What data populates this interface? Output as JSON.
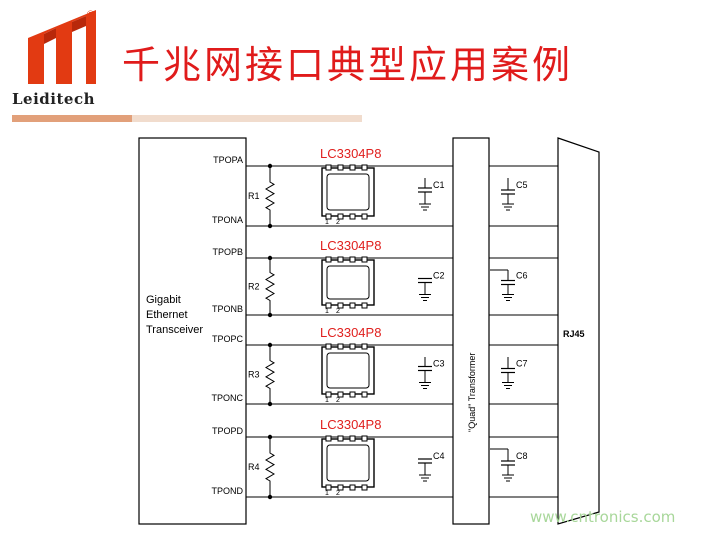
{
  "header": {
    "title": "千兆网接口典型应用案例",
    "logo_text": "Leiditech",
    "logo_mark": "®",
    "colors": {
      "logo": "#e23a12",
      "title": "#e01b1b",
      "bar_dark": "#e2a07a",
      "bar_light": "#f1dccd"
    }
  },
  "diagram": {
    "transceiver_label": [
      "Gigabit",
      "Ethernet",
      "Transceiver"
    ],
    "transformer_label": "\"Quad\" Transformer",
    "connector_label": "RJ45",
    "pin_numbers": [
      "1",
      "2"
    ],
    "channels": [
      {
        "tvs": "LC3304P8",
        "pos": "TPOPA",
        "neg": "TPONA",
        "resistor": "R1",
        "cap_left": "C1",
        "cap_right": "C5"
      },
      {
        "tvs": "LC3304P8",
        "pos": "TPOPB",
        "neg": "TPONB",
        "resistor": "R2",
        "cap_left": "C2",
        "cap_right": "C6"
      },
      {
        "tvs": "LC3304P8",
        "pos": "TPOPC",
        "neg": "TPONC",
        "resistor": "R3",
        "cap_left": "C3",
        "cap_right": "C7"
      },
      {
        "tvs": "LC3304P8",
        "pos": "TPOPD",
        "neg": "TPOND",
        "resistor": "R4",
        "cap_left": "C4",
        "cap_right": "C8"
      }
    ],
    "colors": {
      "tvs_label": "#e0201e",
      "line": "#000000"
    }
  },
  "watermark": "www.cntronics.com"
}
